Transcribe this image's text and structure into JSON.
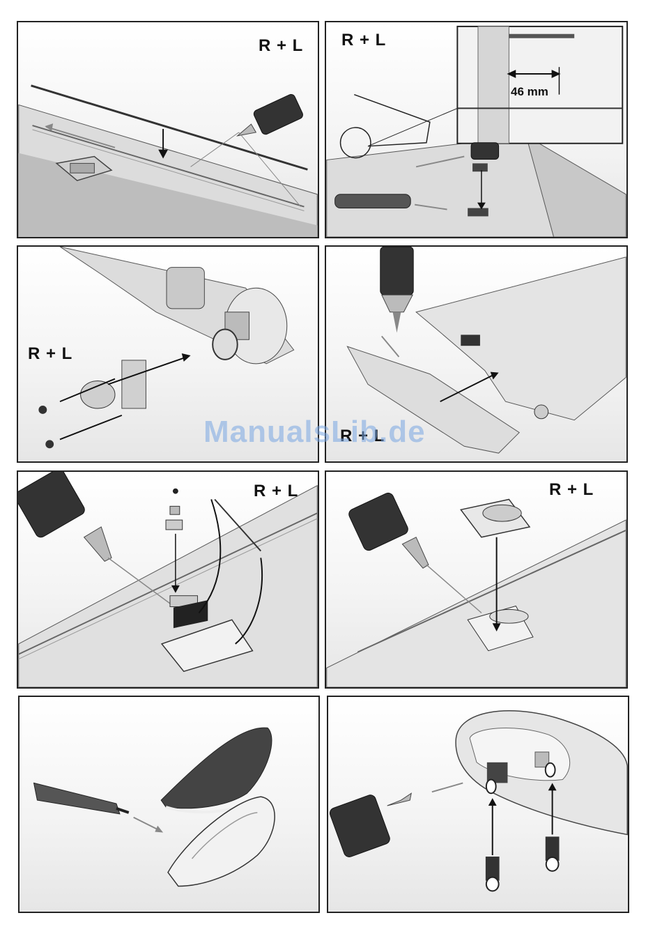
{
  "panels": [
    {
      "label": "R + L"
    },
    {
      "label": "R + L",
      "dimension": "46 mm"
    },
    {
      "label": "R + L"
    },
    {
      "label": "R + L"
    },
    {
      "label": "R + L"
    },
    {
      "label": "R + L"
    },
    {
      "label": ""
    },
    {
      "label": ""
    }
  ],
  "watermark": "ManualsLib.de",
  "colors": {
    "border": "#222222",
    "part": "#d9d9d9",
    "dark": "#333333",
    "arrow": "#111111",
    "guide": "#888888"
  }
}
